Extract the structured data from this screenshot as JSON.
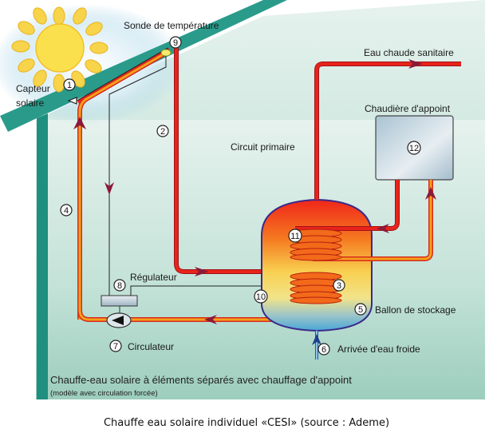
{
  "title": "Chauffe-eau solaire à éléments séparés avec chauffage d'appoint",
  "subtitle": "(modèle avec circulation forcée)",
  "caption": "Chauffe eau solaire individuel «CESI» (source  : Ademe)",
  "labels": {
    "capteur_line1": "Capteur",
    "capteur_line2": "solaire",
    "sonde": "Sonde de température",
    "eau_chaude": "Eau chaude sanitaire",
    "chaudiere": "Chaudière d'appoint",
    "circuit_primaire": "Circuit primaire",
    "regulateur": "Régulateur",
    "circulateur": "Circulateur",
    "ballon": "Ballon de stockage",
    "arrivee": "Arrivée d'eau froide"
  },
  "markers": {
    "m1": "1",
    "m2": "2",
    "m3": "3",
    "m4": "4",
    "m5": "5",
    "m6": "6",
    "m7": "7",
    "m8": "8",
    "m9": "9",
    "m10": "10",
    "m11": "11",
    "m12": "12"
  },
  "colors": {
    "hot_pipe": "#e8231a",
    "warm_pipe": "#f5a01a",
    "wall": "#1f8f80",
    "background": "#b9ddd0",
    "arrow": "#8b1a3a"
  }
}
